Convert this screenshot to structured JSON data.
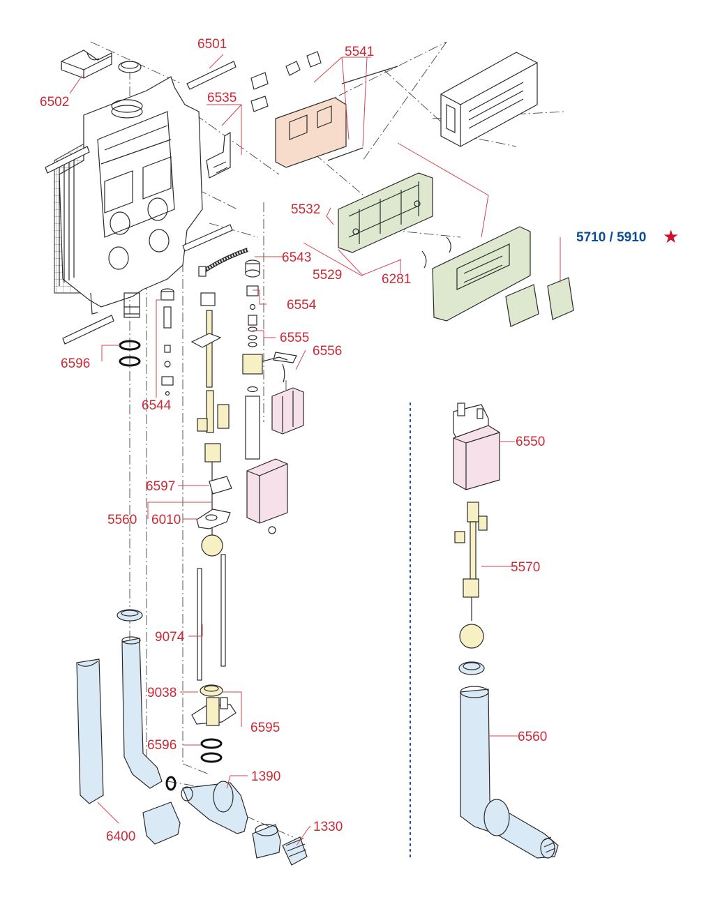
{
  "diagram": {
    "labels": {
      "p6502": "6502",
      "p6501": "6501",
      "p6535": "6535",
      "p5541": "5541",
      "p5532": "5532",
      "p5529": "5529",
      "p6281": "6281",
      "p6543": "6543",
      "p6554": "6554",
      "p6555": "6555",
      "p6556": "6556",
      "p6544": "6544",
      "p6596a": "6596",
      "p6597": "6597",
      "p5560": "5560",
      "p6010": "6010",
      "p9074": "9074",
      "p9038": "9038",
      "p6595": "6595",
      "p6596b": "6596",
      "p1390": "1390",
      "p1330": "1330",
      "p6400": "6400",
      "p6550": "6550",
      "p5570": "5570",
      "p6560": "6560"
    },
    "highlight_label": "5710 / 5910",
    "highlight_marker": "★",
    "colors": {
      "label_red": "#cc2a36",
      "label_blue": "#0b4c98",
      "leader_red": "#d9424e",
      "plate_peach": "#f8dccb",
      "frame_green": "#dde8cf",
      "tank_pink": "#f6e1ea",
      "pipe_blue": "#d9eaf6",
      "float_cream": "#f7f0c4"
    }
  }
}
